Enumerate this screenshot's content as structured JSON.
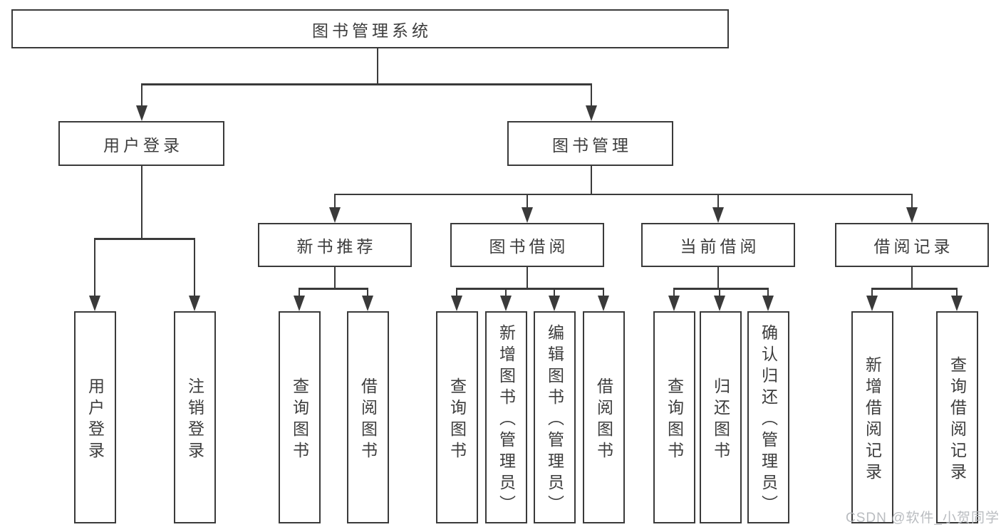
{
  "colors": {
    "line": "#3a3a3a",
    "text": "#3d3d3d",
    "watermark": "#b6b9bd"
  },
  "tree": {
    "root": "图书管理系统",
    "branches": [
      {
        "label": "用户登录",
        "children": [
          "用户登录",
          "注销登录"
        ]
      },
      {
        "label": "图书管理",
        "groups": [
          {
            "label": "新书推荐",
            "children": [
              "查询图书",
              "借阅图书"
            ]
          },
          {
            "label": "图书借阅",
            "children": [
              "查询图书",
              "新增图书（管理员）",
              "编辑图书（管理员）",
              "借阅图书"
            ]
          },
          {
            "label": "当前借阅",
            "children": [
              "查询图书",
              "归还图书",
              "确认归还（管理员）"
            ]
          },
          {
            "label": "借阅记录",
            "children": [
              "新增借阅记录",
              "查询借阅记录"
            ]
          }
        ]
      }
    ]
  },
  "watermark": "CSDN @软件_小贺同学"
}
